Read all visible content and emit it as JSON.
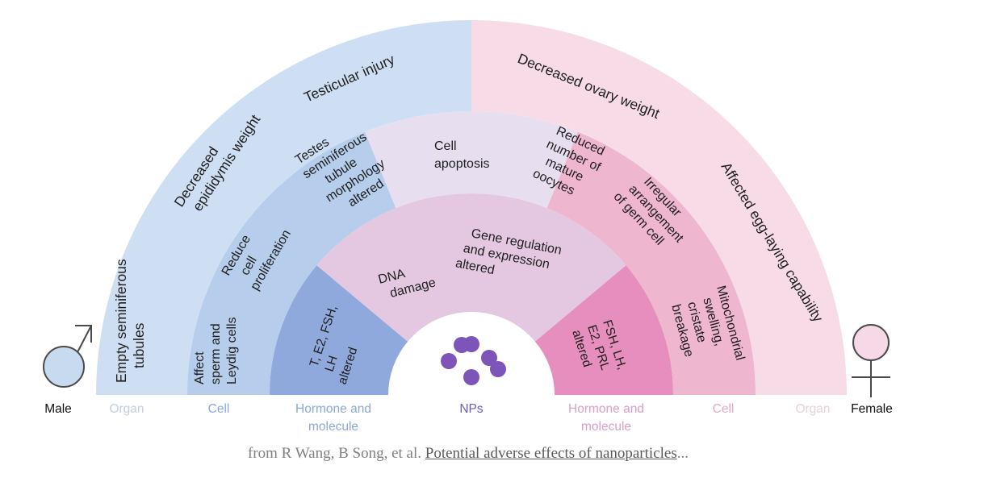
{
  "colors": {
    "male_outer": "#cfdff3",
    "male_mid": "#b6cdeb",
    "male_inner": "#8fa9dc",
    "female_outer": "#f7dce8",
    "female_mid": "#efb6d0",
    "female_inner": "#e68ebd",
    "top_outer": "#e7def0",
    "top_mid": "#e4c8e2",
    "male_label": "#8aa8d6",
    "female_label": "#d8a0c6",
    "np_dot": "#7d54b8",
    "symbol_fill": "#c8daf0",
    "female_symbol_fill": "#f6d8e6"
  },
  "symbols": {
    "male_icon": "male-symbol-icon",
    "female_icon": "female-symbol-icon"
  },
  "labels": {
    "male": "Male",
    "female": "Female",
    "np": "NPs",
    "male_organ": "Organ",
    "male_cell": "Cell",
    "male_hormone_1": "Hormone and",
    "male_hormone_2": "molecule",
    "female_hormone_1": "Hormone and",
    "female_hormone_2": "molecule",
    "female_cell": "Cell",
    "female_organ": "Organ"
  },
  "male": {
    "organ": {
      "empty_tubules_1": "Empty seminiferous",
      "empty_tubules_2": "tubules",
      "epididymis_1": "Decreased",
      "epididymis_2": "epididymis weight",
      "testicular": "Testicular injury"
    },
    "cell": {
      "leydig_1": "Affect",
      "leydig_2": "sperm and",
      "leydig_3": "Leydig cells",
      "prolif_1": "Reduce",
      "prolif_2": "cell",
      "prolif_3": "proliferation",
      "testes_1": "Testes",
      "testes_2": "seminiferous",
      "testes_3": "tubule",
      "testes_4": "morphology",
      "testes_5": "altered"
    },
    "hormone": {
      "line_1": "T, E2, FSH,",
      "line_2": "LH",
      "line_3": "altered"
    }
  },
  "shared": {
    "apoptosis_1": "Cell",
    "apoptosis_2": "apoptosis",
    "dna_1": "DNA",
    "dna_2": "damage",
    "gene_1": "Gene regulation",
    "gene_2": "and expression",
    "gene_3": "altered"
  },
  "female": {
    "organ": {
      "ovary": "Decreased ovary weight",
      "egg": "Affected egg-laying capability"
    },
    "cell": {
      "oocytes_1": "Reduced",
      "oocytes_2": "number of",
      "oocytes_3": "mature",
      "oocytes_4": "oocytes",
      "germ_1": "Irregular",
      "germ_2": "arrangement",
      "germ_3": "of germ cell",
      "mito_1": "Mitochondrial",
      "mito_2": "swelling,",
      "mito_3": "cristate",
      "mito_4": "breakage"
    },
    "hormone": {
      "line_1": "FSH, LH,",
      "line_2": "E2, PRL",
      "line_3": "altered"
    }
  },
  "caption": {
    "prefix": "from R Wang, B Song, et al. ",
    "link": "Potential adverse effects of nanoparticles",
    "suffix": "..."
  }
}
